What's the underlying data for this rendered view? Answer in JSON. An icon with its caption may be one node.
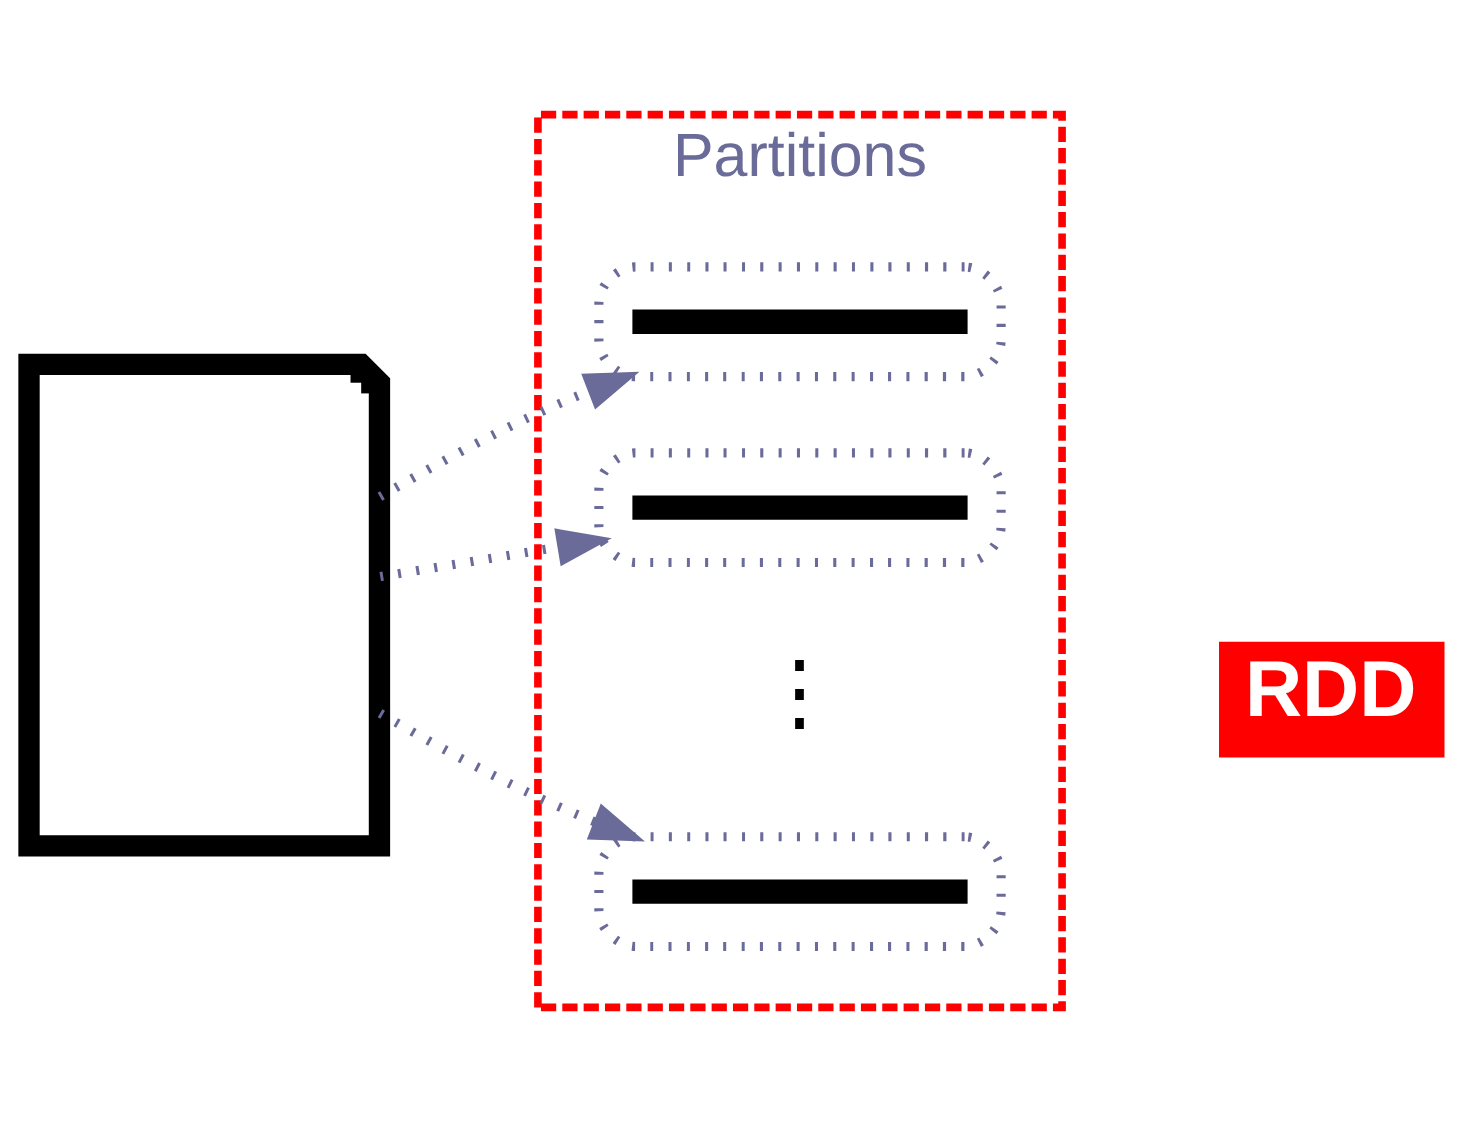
{
  "diagram": {
    "nodes": [
      {
        "text": [],
        "shape": "document"
      },
      {
        "text": [
          "Partitions"
        ]
      },
      {
        "text": [],
        "shape": "box",
        "in": 1
      },
      {
        "text": [],
        "shape": "box",
        "in": 1
      },
      {
        "text": [],
        "shape": "box",
        "in": 1
      },
      {
        "text": [
          "RDD"
        ]
      }
    ],
    "edges": [
      {
        "from": 0,
        "to": 2,
        "arrow": "to"
      },
      {
        "from": 0,
        "to": 3,
        "arrow": "to"
      },
      {
        "from": 0,
        "to": 4,
        "arrow": "to"
      }
    ],
    "labels": [
      "⋮"
    ]
  }
}
